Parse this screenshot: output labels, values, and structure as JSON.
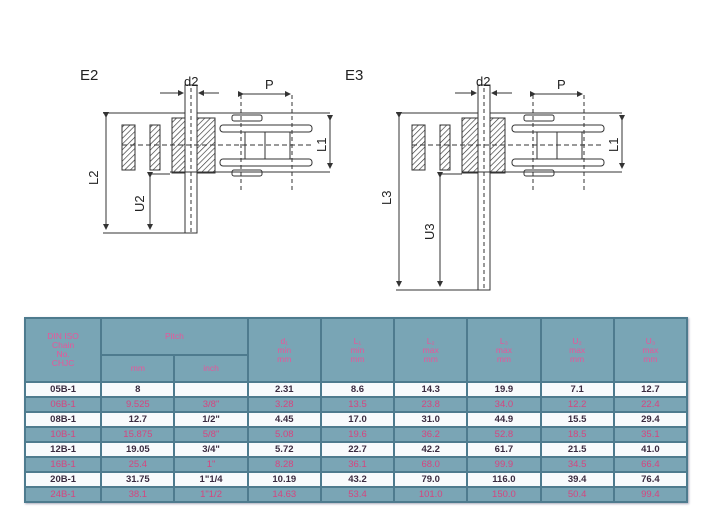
{
  "diagrams": {
    "e2": {
      "title": "E2",
      "d2": "d2",
      "p": "P",
      "l1": "L1",
      "l2": "L2",
      "u2": "U2"
    },
    "e3": {
      "title": "E3",
      "d2": "d2",
      "p": "P",
      "l1": "L1",
      "l3": "L3",
      "u3": "U3"
    }
  },
  "table": {
    "headers": {
      "chain": [
        "DIN ISO",
        "Chain",
        "No.",
        "CHJC"
      ],
      "pitch": "Pitch",
      "pitch_mm": "mm",
      "pitch_inch": "inch",
      "d": [
        "d₁",
        "min",
        "mm"
      ],
      "l1": [
        "L₁",
        "min",
        "mm"
      ],
      "l2": [
        "L₂",
        "max",
        "mm"
      ],
      "l3": [
        "L₃",
        "max",
        "mm"
      ],
      "u2": [
        "U₂",
        "max",
        "mm"
      ],
      "u3": [
        "U₃",
        "max",
        "mm"
      ]
    },
    "rows": [
      [
        "05B-1",
        "8",
        "",
        "2.31",
        "8.6",
        "14.3",
        "19.9",
        "7.1",
        "12.7"
      ],
      [
        "06B-1",
        "9.525",
        "3/8\"",
        "3.28",
        "13.5",
        "23.8",
        "34.0",
        "12.2",
        "22.4"
      ],
      [
        "08B-1",
        "12.7",
        "1/2\"",
        "4.45",
        "17.0",
        "31.0",
        "44.9",
        "15.5",
        "29.4"
      ],
      [
        "10B-1",
        "15.875",
        "5/8\"",
        "5.08",
        "19.6",
        "36.2",
        "52.8",
        "18.5",
        "35.1"
      ],
      [
        "12B-1",
        "19.05",
        "3/4\"",
        "5.72",
        "22.7",
        "42.2",
        "61.7",
        "21.5",
        "41.0"
      ],
      [
        "16B-1",
        "25.4",
        "1\"",
        "8.28",
        "36.1",
        "68.0",
        "99.9",
        "34.5",
        "66.4"
      ],
      [
        "20B-1",
        "31.75",
        "1\"1/4",
        "10.19",
        "43.2",
        "79.0",
        "116.0",
        "39.4",
        "76.4"
      ],
      [
        "24B-1",
        "38.1",
        "1\"1/2",
        "14.63",
        "53.4",
        "101.0",
        "150.0",
        "50.4",
        "99.4"
      ]
    ]
  }
}
